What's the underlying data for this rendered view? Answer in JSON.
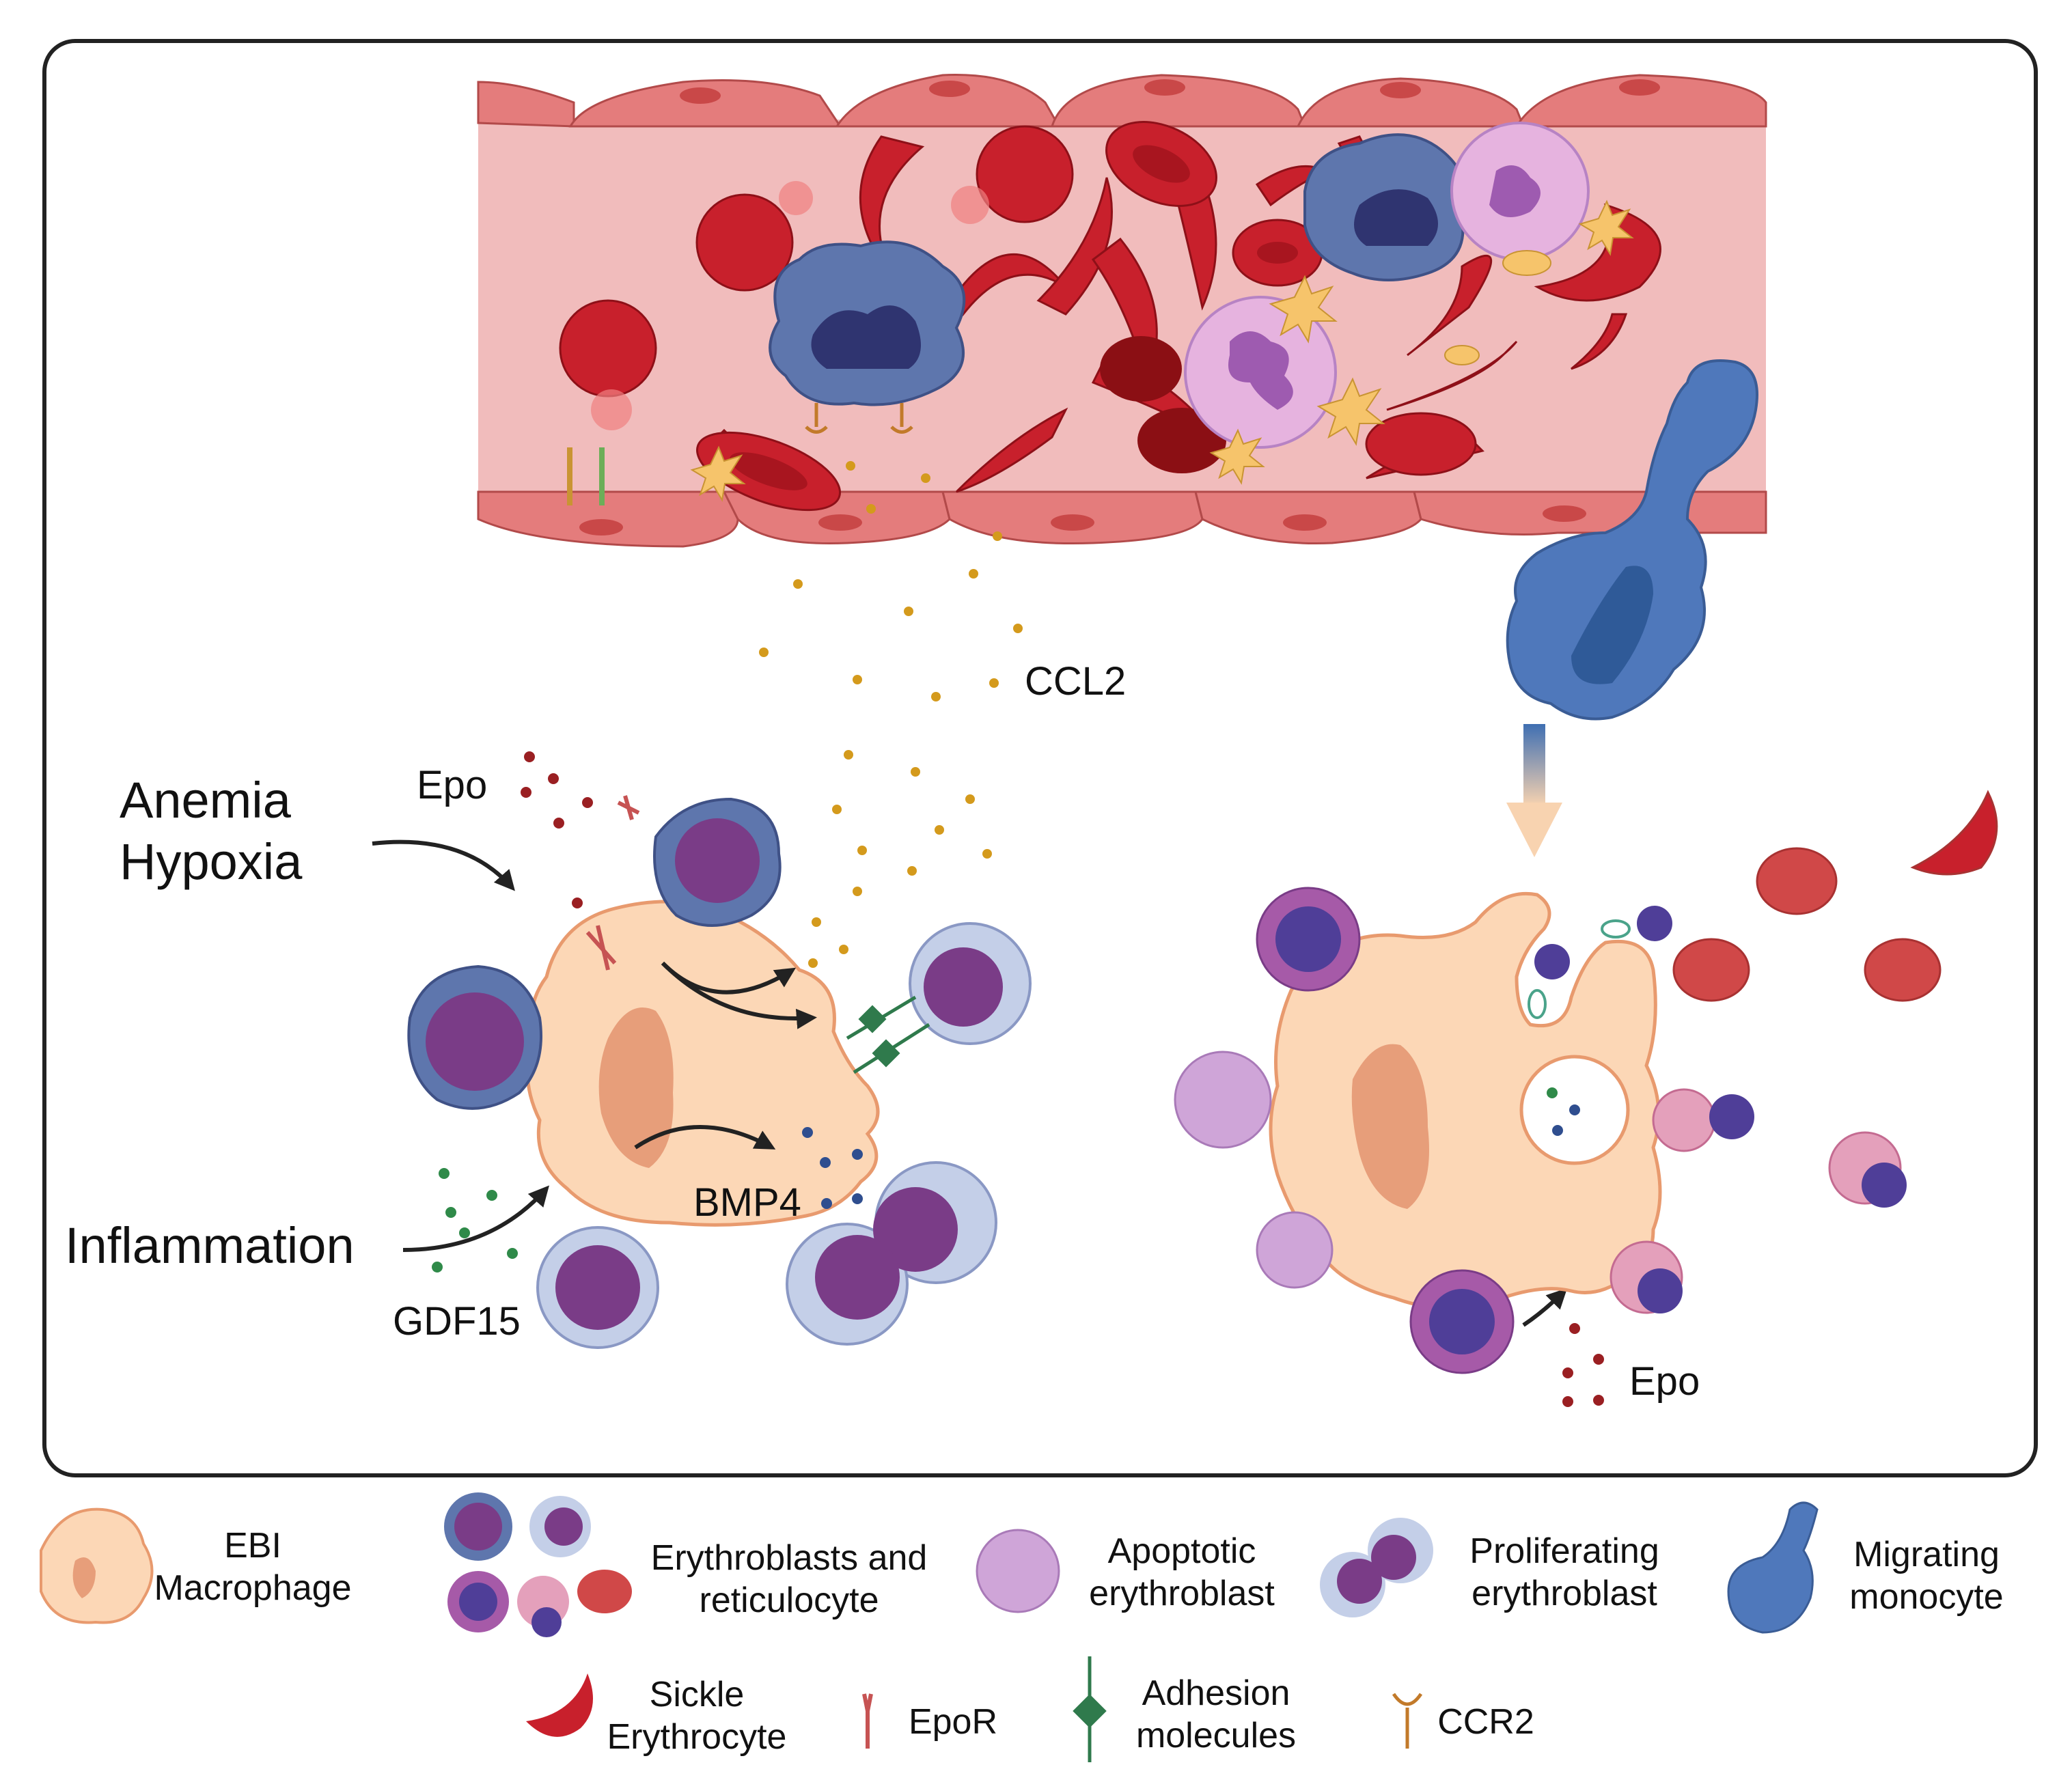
{
  "diagram": {
    "conditions": {
      "anemia": "Anemia",
      "hypoxia": "Hypoxia",
      "inflammation": "Inflammation"
    },
    "signals": {
      "epo_left": "Epo",
      "epo_right": "Epo",
      "ccl2": "CCL2",
      "bmp4": "BMP4",
      "gdf15": "GDF15"
    }
  },
  "legend": {
    "ebi_macrophage": [
      "EBI",
      "Macrophage"
    ],
    "erythroblasts": [
      "Erythroblasts and",
      "reticulocyte"
    ],
    "apoptotic": [
      "Apoptotic",
      "erythroblast"
    ],
    "proliferating": [
      "Proliferating",
      "erythroblast"
    ],
    "monocyte": [
      "Migrating",
      "monocyte"
    ],
    "sickle": [
      "Sickle",
      "Erythrocyte"
    ],
    "epor": [
      "EpoR"
    ],
    "adhesion": [
      "Adhesion",
      "molecules"
    ],
    "ccr2": [
      "CCR2"
    ]
  },
  "colors": {
    "vessel_lumen": "#f1bcbc",
    "endothelium": "#e47c7c",
    "rbc": "#c8202c",
    "macrophage": "#fcd7b6",
    "monocyte": "#3f6fb2",
    "erythroblast_nucleus": "#7a3c87",
    "ccl2_dot": "#d49a1c"
  }
}
